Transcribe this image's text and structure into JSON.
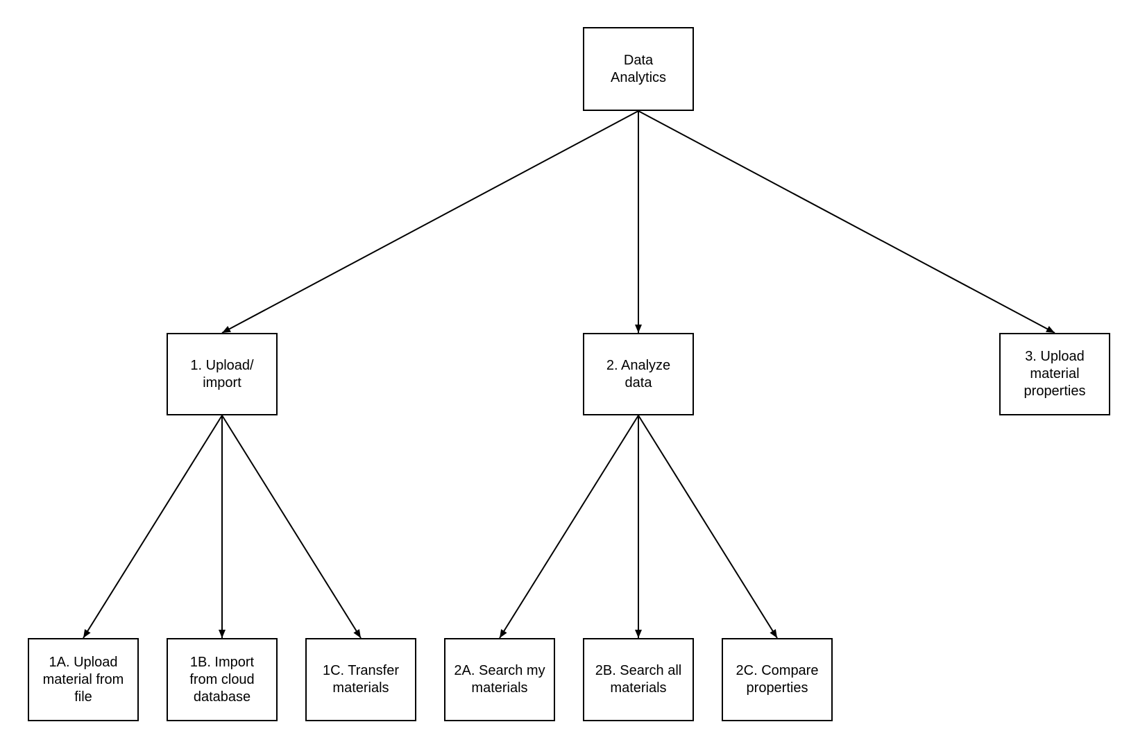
{
  "diagram": {
    "type": "flowchart-tree",
    "colors": {
      "background": "#ffffff",
      "node_fill": "#ffffff",
      "node_border": "#000000",
      "text": "#000000",
      "connector": "#000000"
    },
    "nodes": {
      "root": {
        "id": "root",
        "label": "Data\nAnalytics"
      },
      "upload_import": {
        "id": "1",
        "label": "1. Upload/\nimport"
      },
      "analyze_data": {
        "id": "2",
        "label": "2. Analyze\ndata"
      },
      "upload_material_properties": {
        "id": "3",
        "label": "3. Upload\nmaterial\nproperties"
      },
      "upload_material_from_file": {
        "id": "1A",
        "label": "1A. Upload\nmaterial from\nfile"
      },
      "import_from_cloud_database": {
        "id": "1B",
        "label": "1B. Import\nfrom cloud\ndatabase"
      },
      "transfer_materials": {
        "id": "1C",
        "label": "1C. Transfer\nmaterials"
      },
      "search_my_materials": {
        "id": "2A",
        "label": "2A. Search my\nmaterials"
      },
      "search_all_materials": {
        "id": "2B",
        "label": "2B. Search all\nmaterials"
      },
      "compare_properties": {
        "id": "2C",
        "label": "2C. Compare\nproperties"
      }
    },
    "edges": [
      {
        "from": "root",
        "to": "upload_import"
      },
      {
        "from": "root",
        "to": "analyze_data"
      },
      {
        "from": "root",
        "to": "upload_material_properties"
      },
      {
        "from": "upload_import",
        "to": "upload_material_from_file"
      },
      {
        "from": "upload_import",
        "to": "import_from_cloud_database"
      },
      {
        "from": "upload_import",
        "to": "transfer_materials"
      },
      {
        "from": "analyze_data",
        "to": "search_my_materials"
      },
      {
        "from": "analyze_data",
        "to": "search_all_materials"
      },
      {
        "from": "analyze_data",
        "to": "compare_properties"
      }
    ]
  }
}
